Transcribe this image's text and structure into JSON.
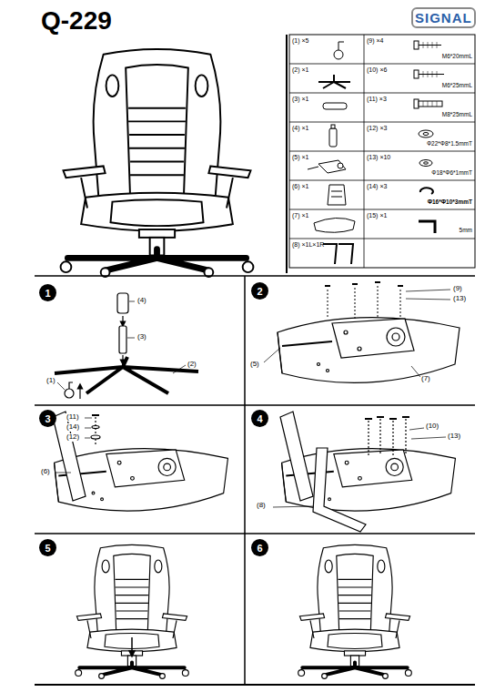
{
  "diagram": {
    "title": "Q-229",
    "nodes": [
      {
        "text": [
          "SIGNAL"
        ]
      },
      {
        "text": [
          "1"
        ]
      },
      {
        "text": [
          "2"
        ]
      },
      {
        "text": [
          "3"
        ]
      },
      {
        "text": [
          "4"
        ]
      },
      {
        "text": [
          "5"
        ]
      },
      {
        "text": [
          "6"
        ]
      }
    ],
    "labels": [
      "(1) ×5",
      "(9) ×4",
      "M6*20mmL",
      "(2) ×1",
      "(10) ×6",
      "M6*25mmL",
      "(3) ×1",
      "(11) ×3",
      "M8*25mmL",
      "(4) ×1",
      "(12) ×3",
      "Φ22*Φ8*1.5mmT",
      "(5) ×1",
      "(13) ×10",
      "Φ18*Φ6*1mmT",
      "(6) ×1",
      "(14) ×3",
      "Φ16*Φ10*3mmT",
      "(7) ×1",
      "(15) ×1",
      "5mm",
      "(8) ×1L×1R",
      "(4)",
      "(3)",
      "(2)",
      "(1)",
      "(9)",
      "(13)",
      "(5)",
      "(7)",
      "(11)",
      "(14)",
      "(12)",
      "(6)",
      "(10)",
      "(13)",
      "(8)"
    ]
  }
}
